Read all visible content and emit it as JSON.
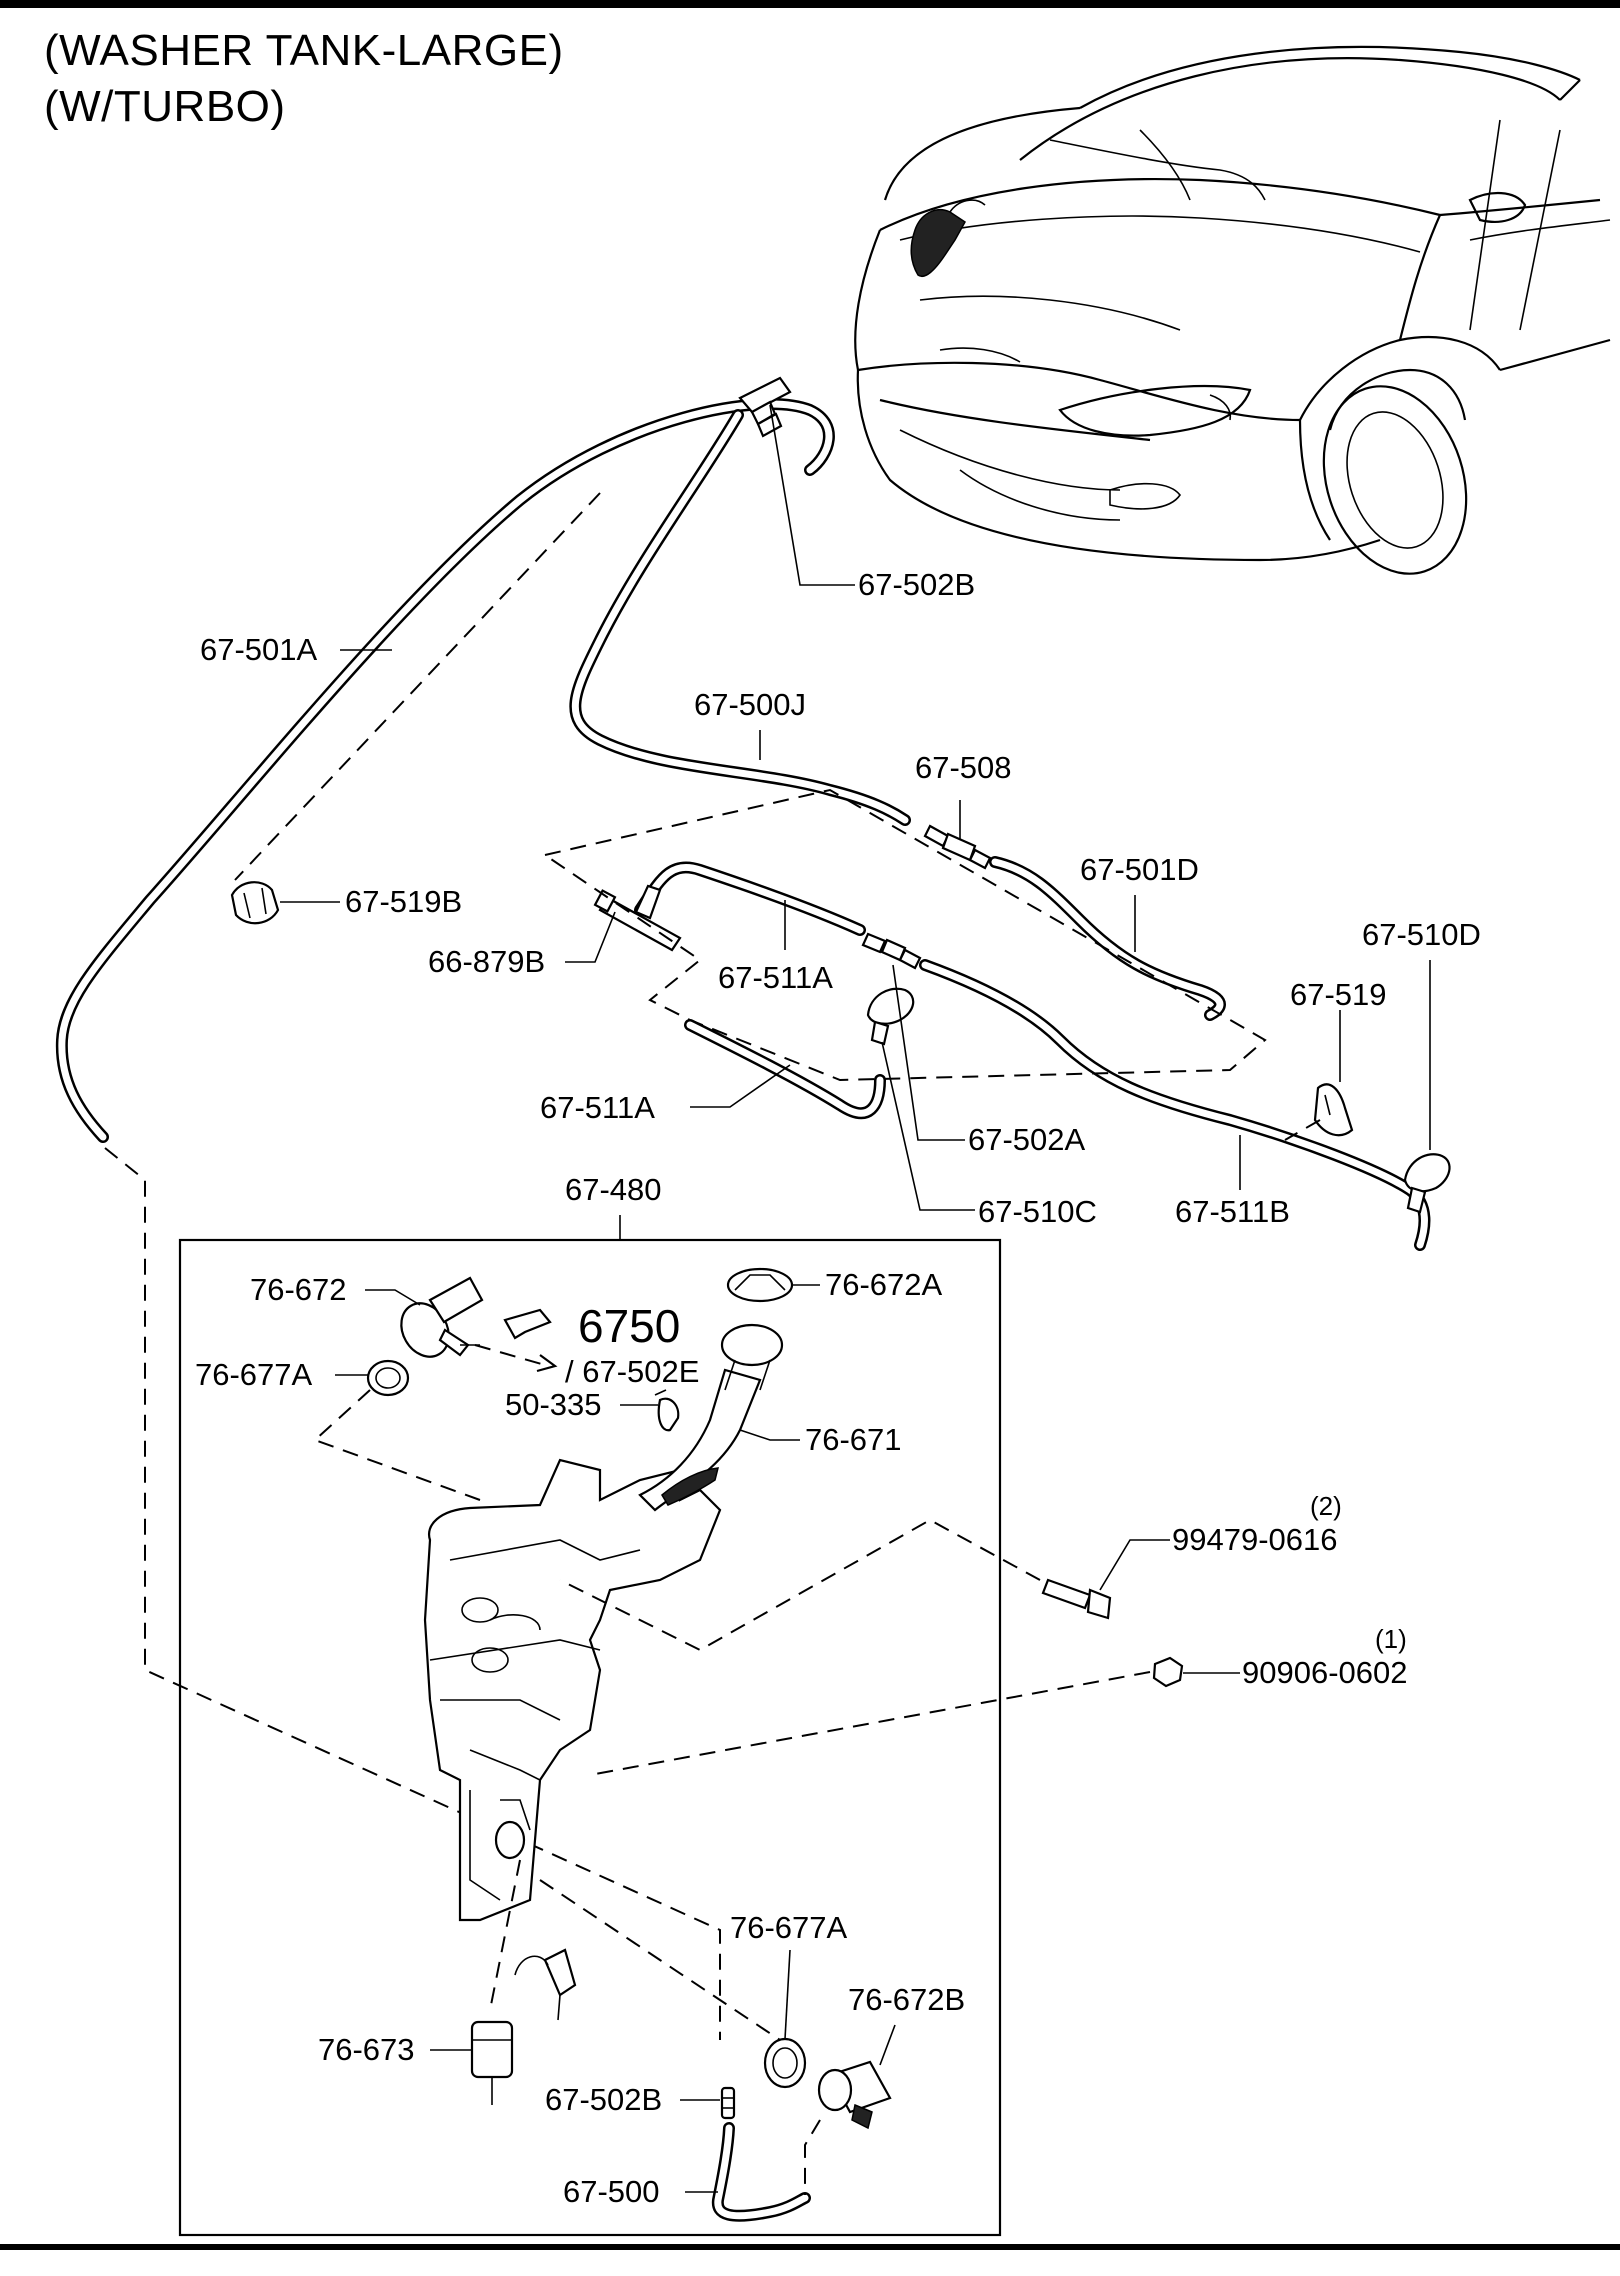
{
  "title": {
    "line1": "(WASHER TANK-LARGE)",
    "line2": "(W/TURBO)"
  },
  "labels": {
    "p67_502B_top": "67-502B",
    "p67_501A": "67-501A",
    "p67_500J": "67-500J",
    "p67_508": "67-508",
    "p67_501D": "67-501D",
    "p67_510D": "67-510D",
    "p67_519": "67-519",
    "p67_519B": "67-519B",
    "p66_879B": "66-879B",
    "p67_511A_upper": "67-511A",
    "p67_511A_lower": "67-511A",
    "p67_502A": "67-502A",
    "p67_510C": "67-510C",
    "p67_511B": "67-511B",
    "p67_480": "67-480",
    "p76_672": "76-672",
    "p76_672A": "76-672A",
    "ref_6750": "6750",
    "ref_67_502E": "/ 67-502E",
    "p76_677A_left": "76-677A",
    "p50_335": "50-335",
    "p76_671": "76-671",
    "p99479_0616": "99479-0616",
    "qty_99479": "(2)",
    "p90906_0602": "90906-0602",
    "qty_90906": "(1)",
    "p76_677A_right": "76-677A",
    "p76_672B": "76-672B",
    "p76_673": "76-673",
    "p67_502B_bottom": "67-502B",
    "p67_500": "67-500"
  }
}
